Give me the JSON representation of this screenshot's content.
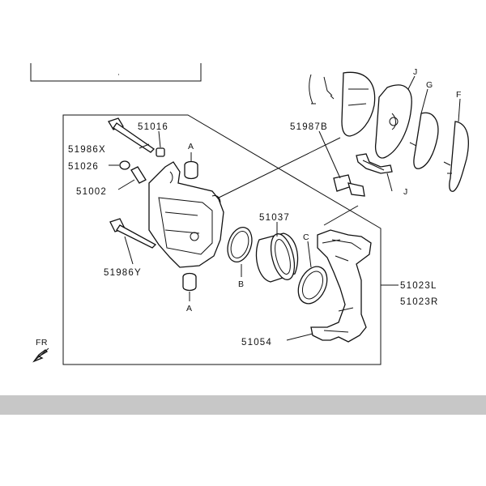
{
  "labels": {
    "p51016": "51016",
    "p51986x": "51986X",
    "p51026": "51026",
    "p51002": "51002",
    "p51986y": "51986Y",
    "p51037": "51037",
    "p51987b": "51987B",
    "p51023l": "51023L",
    "p51023r": "51023R",
    "p51054": "51054",
    "refA1": "A",
    "refA2": "A",
    "refB": "B",
    "refC": "C",
    "refF": "F",
    "refG": "G",
    "refJ": "J",
    "refJtop": "J",
    "fr": "FR"
  },
  "icons": {
    "front_arrow": "front-direction-arrow-icon"
  }
}
